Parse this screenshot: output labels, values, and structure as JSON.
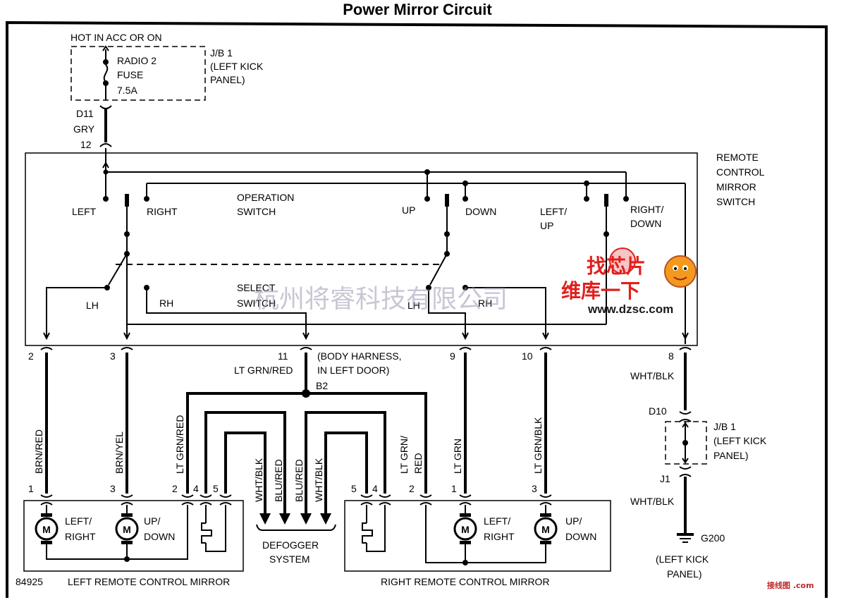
{
  "title": "Power Mirror Circuit",
  "power_source": {
    "label": "HOT IN ACC OR ON",
    "fuse_line1": "RADIO 2",
    "fuse_line2": "FUSE",
    "fuse_rating": "7.5A",
    "jb_line1": "J/B 1",
    "jb_line2": "(LEFT KICK",
    "jb_line3": "PANEL)",
    "connector": "D11",
    "wire_color": "GRY",
    "pin": "12"
  },
  "switch_unit": {
    "name_line1": "REMOTE",
    "name_line2": "CONTROL",
    "name_line3": "MIRROR",
    "name_line4": "SWITCH",
    "operation_switch_line1": "OPERATION",
    "operation_switch_line2": "SWITCH",
    "select_switch_line1": "SELECT",
    "select_switch_line2": "SWITCH",
    "left": "LEFT",
    "right": "RIGHT",
    "up": "UP",
    "down": "DOWN",
    "left_up_line1": "LEFT/",
    "left_up_line2": "UP",
    "right_down_line1": "RIGHT/",
    "right_down_line2": "DOWN",
    "lh_1": "LH",
    "rh_1": "RH",
    "lh_2": "LH",
    "rh_2": "RH"
  },
  "pins": {
    "p2": "2",
    "p3": "3",
    "p11": "11",
    "p9": "9",
    "p10": "10",
    "p8": "8",
    "body_harness_line1": "(BODY HARNESS,",
    "body_harness_line2": "IN LEFT DOOR)",
    "lt_grn_red": "LT GRN/RED",
    "splice": "B2",
    "wht_blk_top": "WHT/BLK"
  },
  "wires": {
    "brn_red": "BRN/RED",
    "brn_yel": "BRN/YEL",
    "lt_grn_red_left": "LT GRN/RED",
    "wht_blk_1": "WHT/BLK",
    "blu_red_1": "BLU/RED",
    "blu_red_2": "BLU/RED",
    "wht_blk_2": "WHT/BLK",
    "lt_grn_red_right_1": "LT GRN/",
    "lt_grn_red_right_2": "RED",
    "lt_grn": "LT GRN",
    "lt_grn_blk": "LT GRN/BLK"
  },
  "ground_path": {
    "connector_d10": "D10",
    "jb_line1": "J/B 1",
    "jb_line2": "(LEFT KICK",
    "jb_line3": "PANEL)",
    "connector_j1": "J1",
    "wire_color": "WHT/BLK",
    "ground": "G200",
    "ground_loc_line1": "(LEFT KICK",
    "ground_loc_line2": "PANEL)"
  },
  "left_mirror": {
    "name": "LEFT REMOTE CONTROL MIRROR",
    "pin1": "1",
    "pin3": "3",
    "pin2": "2",
    "pin4": "4",
    "pin5": "5",
    "motor1_line1": "LEFT/",
    "motor1_line2": "RIGHT",
    "motor2_line1": "UP/",
    "motor2_line2": "DOWN",
    "motor_symbol": "M"
  },
  "right_mirror": {
    "name": "RIGHT REMOTE CONTROL MIRROR",
    "pin5": "5",
    "pin4": "4",
    "pin2": "2",
    "pin1": "1",
    "pin3": "3",
    "motor1_line1": "LEFT/",
    "motor1_line2": "RIGHT",
    "motor2_line1": "UP/",
    "motor2_line2": "DOWN",
    "motor_symbol": "M"
  },
  "defogger": {
    "line1": "DEFOGGER",
    "line2": "SYSTEM"
  },
  "figure_id": "84925",
  "watermark": {
    "chinese": "杭州将睿科技有限公司",
    "logo_top": "找芯片",
    "logo_mid": "维库一下",
    "logo_url": "www.dzsc.com",
    "corner": "接线图 .com"
  }
}
